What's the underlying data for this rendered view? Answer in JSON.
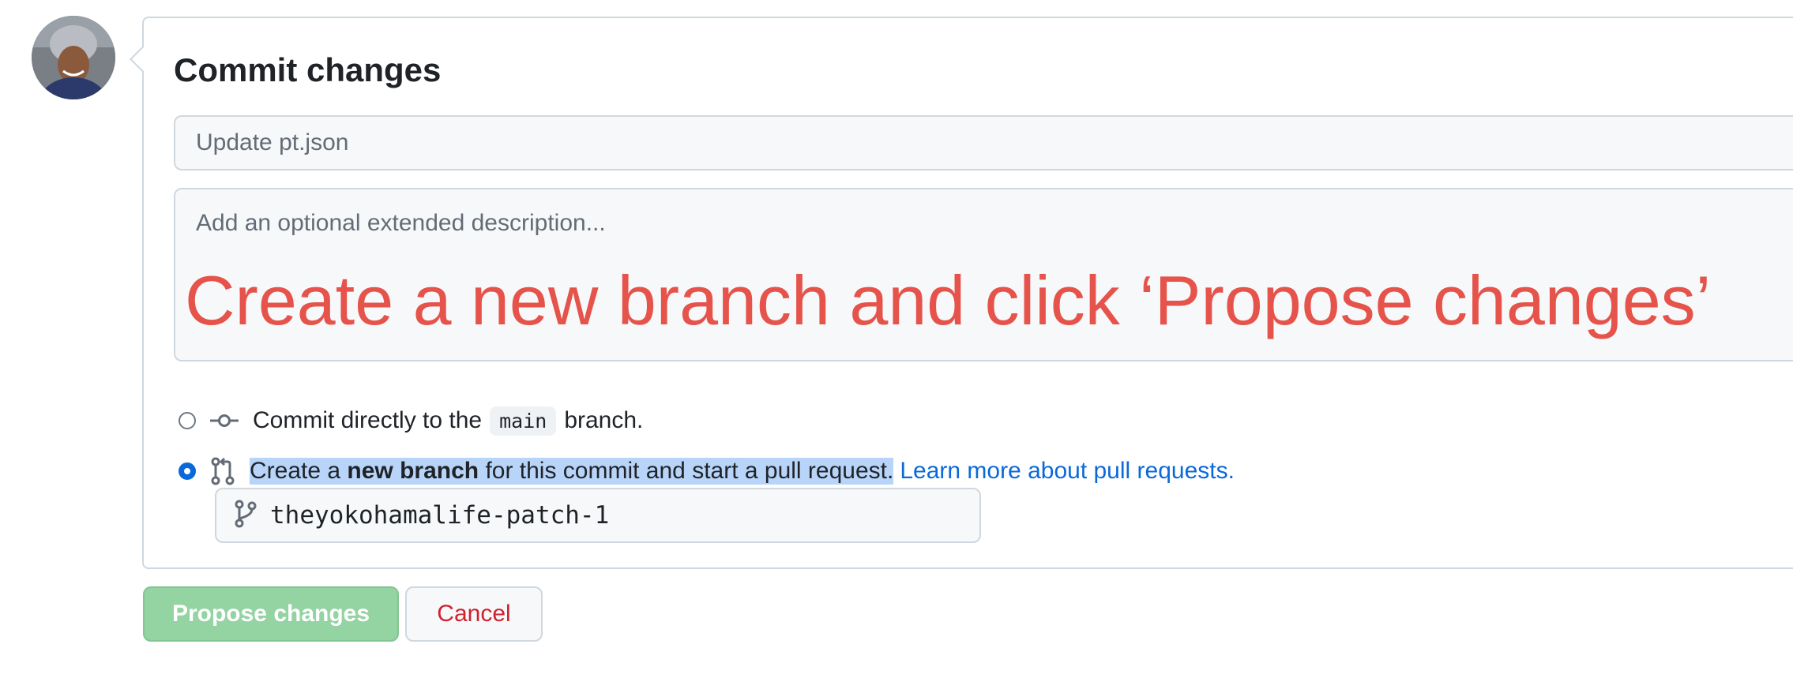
{
  "heading": "Commit changes",
  "summary_field": {
    "placeholder": "Update pt.json"
  },
  "description_field": {
    "placeholder": "Add an optional extended description..."
  },
  "annotation": "Create a new branch and click ‘Propose changes’",
  "options": {
    "direct": {
      "before": "Commit directly to the",
      "branch": "main",
      "after": "branch.",
      "icon": "git-commit-icon",
      "checked": false
    },
    "new_branch": {
      "prefix": "Create a ",
      "bold": "new branch",
      "suffix": " for this commit and start a pull request.",
      "link": "Learn more about pull requests.",
      "icon": "git-pull-request-icon",
      "checked": true
    }
  },
  "branch_name": {
    "value": "theyokohamalife-patch-1",
    "icon": "git-branch-icon"
  },
  "buttons": {
    "propose": "Propose changes",
    "cancel": "Cancel"
  },
  "colors": {
    "annotation": "#e5534b",
    "propose_button": "#94d3a2",
    "cancel_text": "#cf222e",
    "link": "#0969da",
    "radio_checked": "#0969da",
    "text_highlight": "#b8d4f8"
  }
}
